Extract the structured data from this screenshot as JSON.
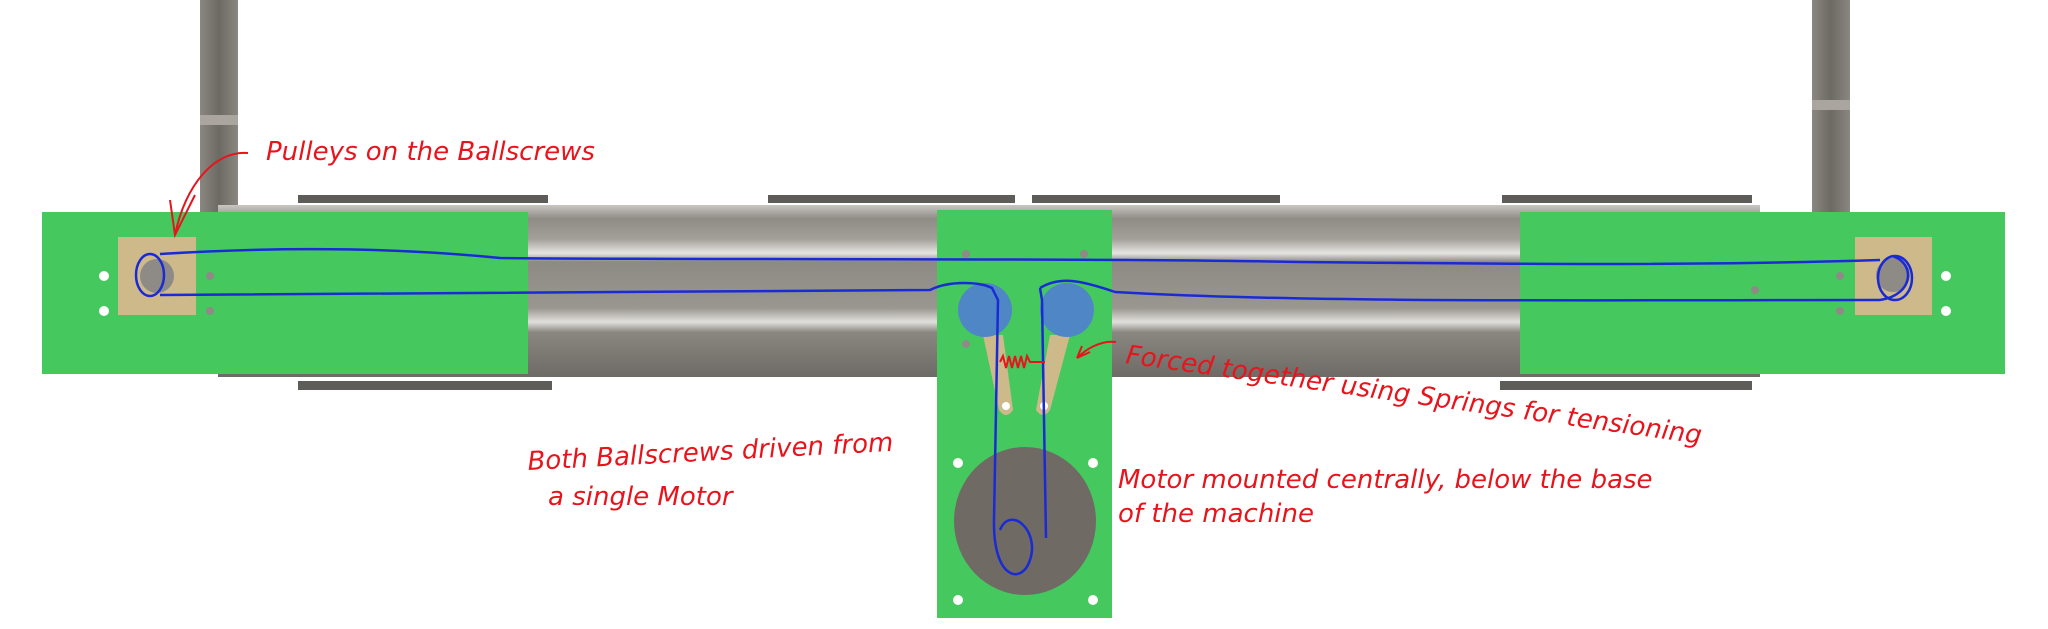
{
  "annotations": {
    "pulleys": "Pulleys on the Ballscrews",
    "springs": "Forced together using Springs for tensioning",
    "drive_line1": "Both Ballscrews driven from",
    "drive_line2": "a single Motor",
    "motor_line1": "Motor mounted centrally, below the base",
    "motor_line2": "of the machine"
  },
  "colors": {
    "plate": "#45c95e",
    "rail": "#8f8c86",
    "belt": "#1a2bd6",
    "annotation": "#e8141c",
    "pulley_mount": "#cdb98a",
    "idler": "#4f86c6",
    "motor": "#6f6a64"
  }
}
